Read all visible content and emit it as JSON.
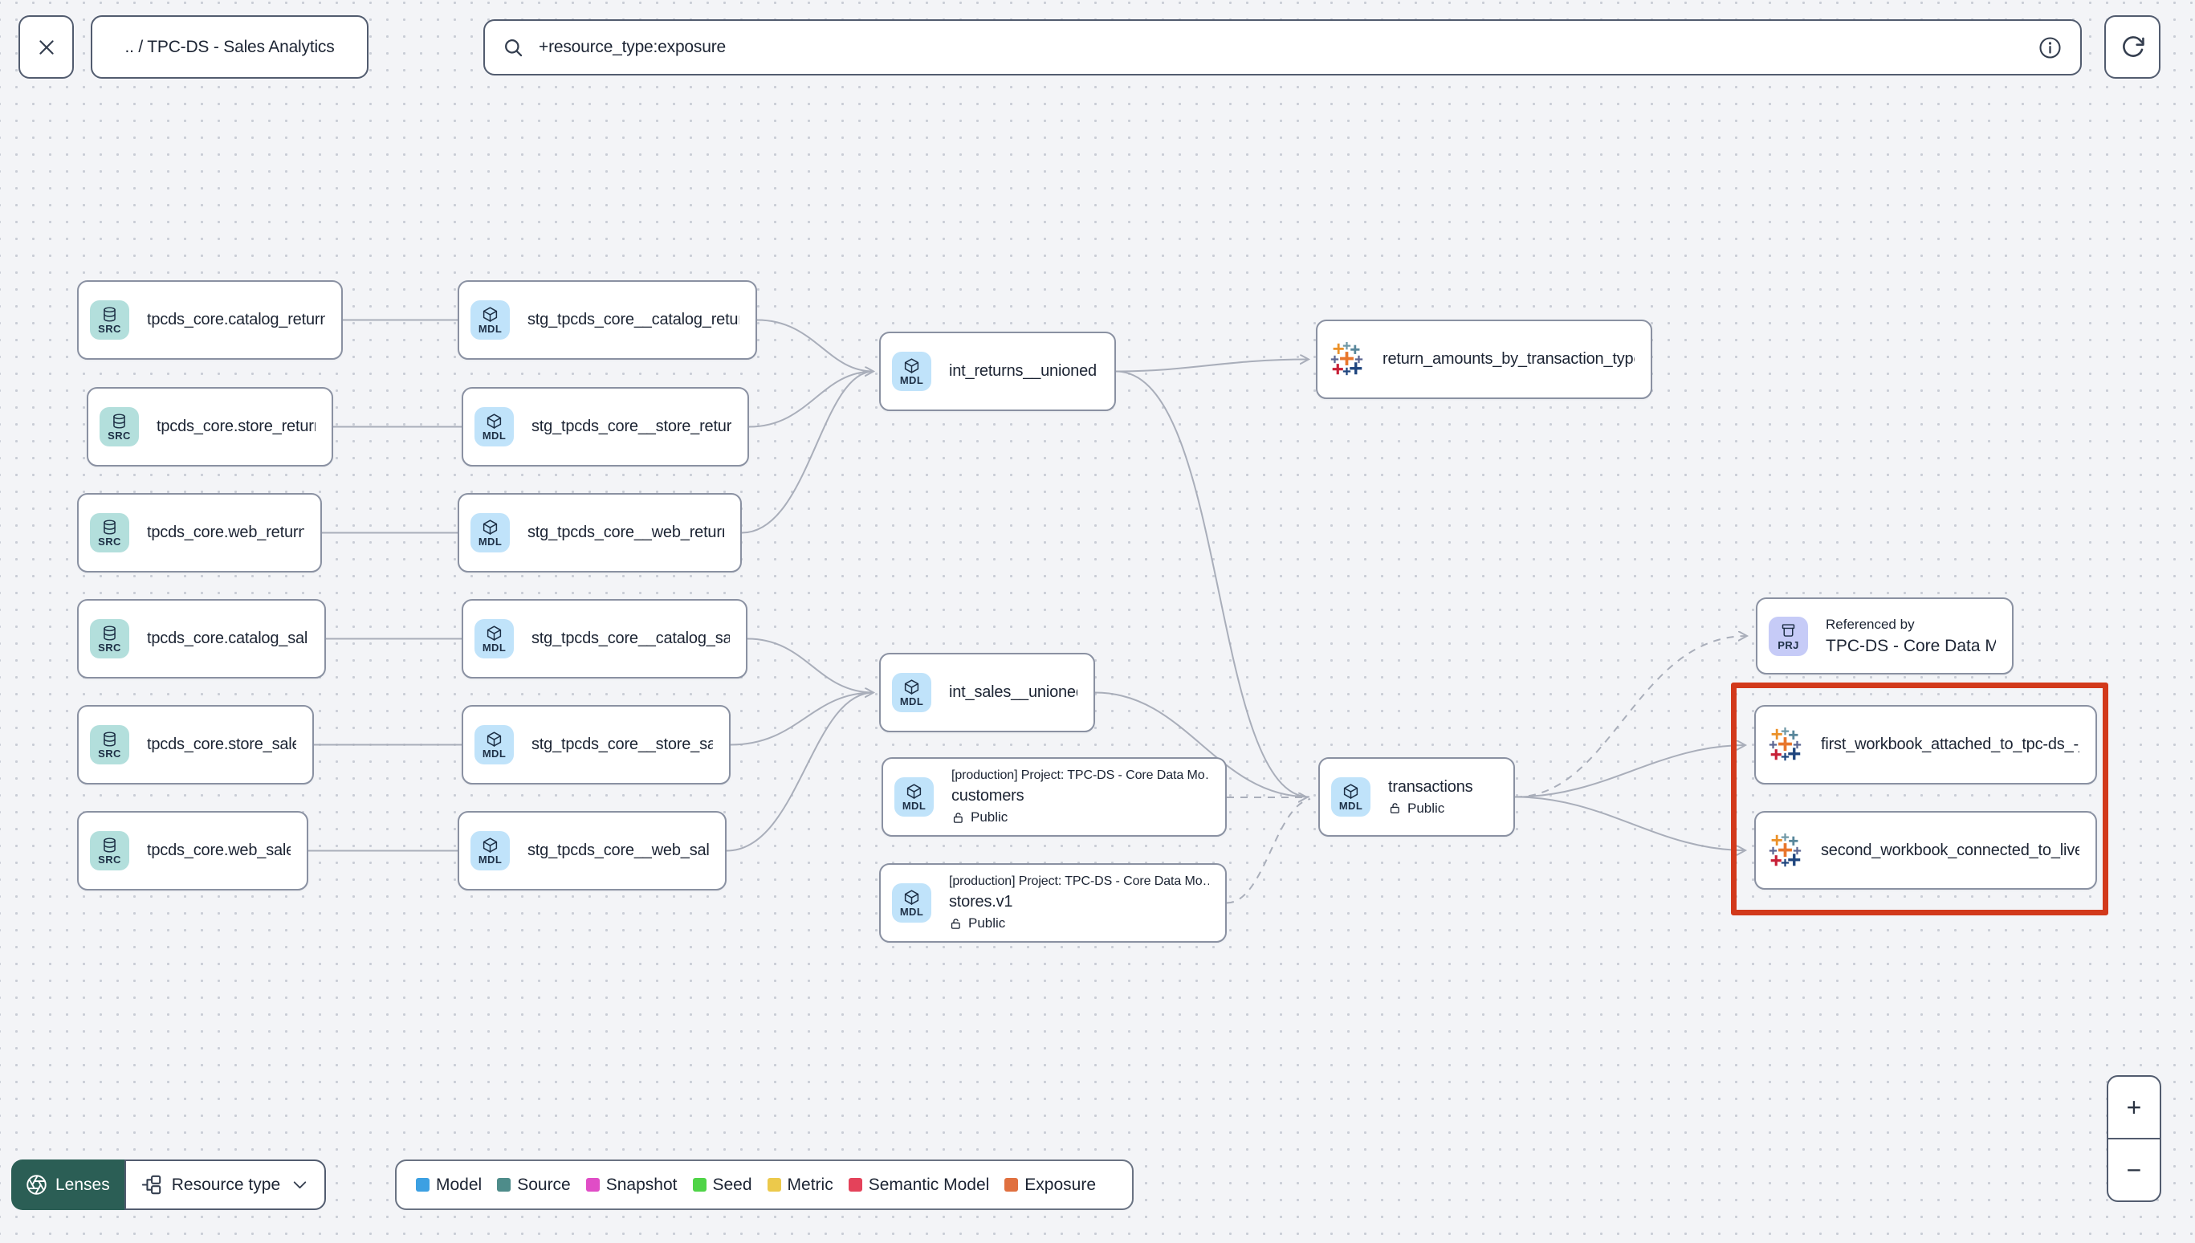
{
  "topbar": {
    "breadcrumb": ".. / TPC-DS - Sales Analytics",
    "search": {
      "value": "+resource_type:exposure"
    }
  },
  "badges": {
    "source": "SRC",
    "model": "MDL",
    "project": "PRJ"
  },
  "graph": {
    "sources": [
      {
        "label": "tpcds_core.catalog_returns"
      },
      {
        "label": "tpcds_core.store_returns"
      },
      {
        "label": "tpcds_core.web_returns"
      },
      {
        "label": "tpcds_core.catalog_sales"
      },
      {
        "label": "tpcds_core.store_sales"
      },
      {
        "label": "tpcds_core.web_sales"
      }
    ],
    "staging": [
      {
        "label": "stg_tpcds_core__catalog_returns"
      },
      {
        "label": "stg_tpcds_core__store_returns"
      },
      {
        "label": "stg_tpcds_core__web_returns"
      },
      {
        "label": "stg_tpcds_core__catalog_sales"
      },
      {
        "label": "stg_tpcds_core__store_sales"
      },
      {
        "label": "stg_tpcds_core__web_sales"
      }
    ],
    "int_returns": {
      "label": "int_returns__unioned"
    },
    "int_sales": {
      "label": "int_sales__unioned"
    },
    "exposure_returns": {
      "label": "return_amounts_by_transaction_type"
    },
    "customers": {
      "project_line": "[production] Project: TPC-DS - Core Data Mo…",
      "label": "customers",
      "visibility": "Public"
    },
    "stores": {
      "project_line": "[production] Project: TPC-DS - Core Data Mo…",
      "label": "stores.v1",
      "visibility": "Public"
    },
    "transactions": {
      "label": "transactions",
      "visibility": "Public"
    },
    "referenced_by": {
      "title": "Referenced by",
      "label": "TPC-DS - Core Data Models"
    },
    "workbook1": {
      "label": "first_workbook_attached_to_tpc-ds_-_…"
    },
    "workbook2": {
      "label": "second_workbook_connected_to_live…"
    }
  },
  "footer": {
    "lenses_label": "Lenses",
    "resource_type_label": "Resource type",
    "legend": [
      {
        "label": "Model",
        "color": "#3ca0e2"
      },
      {
        "label": "Source",
        "color": "#4e8c8a"
      },
      {
        "label": "Snapshot",
        "color": "#e04dc6"
      },
      {
        "label": "Seed",
        "color": "#4fd447"
      },
      {
        "label": "Metric",
        "color": "#ecc94b"
      },
      {
        "label": "Semantic Model",
        "color": "#e4425a"
      },
      {
        "label": "Exposure",
        "color": "#e0703f"
      }
    ]
  },
  "zoom_controls": {
    "zoom_in": "+",
    "zoom_out": "−"
  },
  "colors": {
    "source_badge": "#b3dfdc",
    "model_badge": "#c0e3fa",
    "project_badge": "#c6cbf7",
    "highlight_box": "#d2391b",
    "lenses_bg": "#2b5e55"
  }
}
